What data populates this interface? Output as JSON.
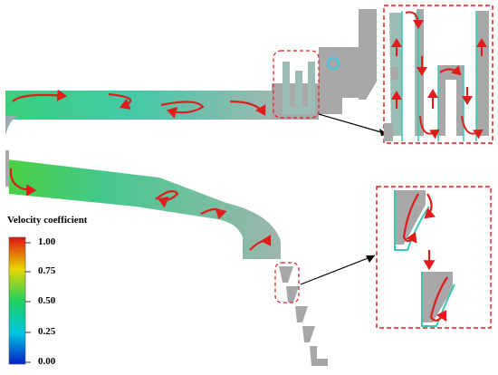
{
  "legend": {
    "title": "Velocity coefficient",
    "ticks": [
      "1.00",
      "0.75",
      "0.50",
      "0.25",
      "0.00"
    ],
    "colors": {
      "low": "#0020c8",
      "mid_low": "#00c8e0",
      "mid": "#20d060",
      "mid_high": "#e8d800",
      "high": "#e01010"
    }
  },
  "colors": {
    "geometry": "#a8a8a8",
    "flow": "#3cc8b4",
    "arrow": "#e01c1c",
    "callout": "#e01c1c",
    "leader": "#000000"
  }
}
